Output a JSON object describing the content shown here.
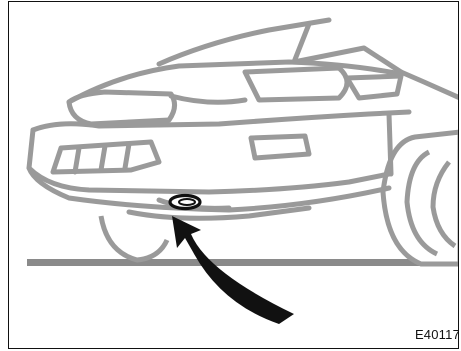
{
  "figure": {
    "code": "E40117",
    "colors": {
      "outline": "#9a9a9a",
      "ground": "#8a8a8a",
      "arrow": "#111111",
      "frame": "#111111"
    },
    "icons": [
      "car-front-illustration",
      "tow-hook-cover",
      "pointer-arrow"
    ]
  }
}
